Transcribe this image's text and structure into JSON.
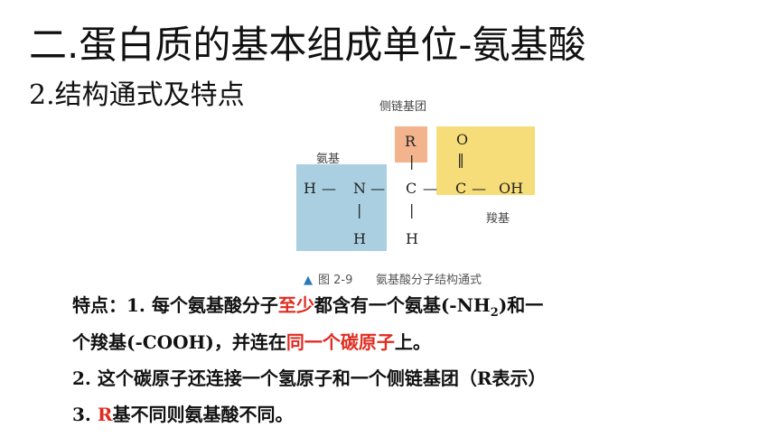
{
  "slide": {
    "title": "二.蛋白质的基本组成单位-氨基酸",
    "subtitle": "2.结构通式及特点"
  },
  "figure": {
    "labels": {
      "side_chain": "侧链基团",
      "amino": "氨基",
      "carboxyl": "羧基"
    },
    "atoms": {
      "h_left": "H",
      "n": "N",
      "c_alpha": "C",
      "c_carboxyl": "C",
      "oh": "OH",
      "o": "O",
      "r": "R",
      "h_n": "H",
      "h_c": "H",
      "bond_dash": "—",
      "bond_pipe": "|",
      "double_bond": "‖"
    },
    "caption_marker": "▲",
    "caption_num": "图 2-9",
    "caption_text": "氨基酸分子结构通式",
    "colors": {
      "amino_box": "#a9cfe0",
      "side_chain_box": "#f2b38d",
      "carboxyl_box": "#f7dd7a",
      "caption_marker": "#2a7ab8"
    }
  },
  "points": {
    "p1_a": "特点：1. 每个氨基酸分子",
    "p1_red1": "至少",
    "p1_b": "都含有一个氨基(-NH",
    "p1_sub": "2",
    "p1_c": ")和一",
    "p1_d": "个羧基(-COOH)，并连在",
    "p1_red2": "同一个碳原子",
    "p1_e": "上。",
    "p2": "2. 这个碳原子还连接一个氢原子和一个侧链基团（R表示）",
    "p3_a": "3. ",
    "p3_red": "R",
    "p3_b": "基不同则氨基酸不同。"
  }
}
